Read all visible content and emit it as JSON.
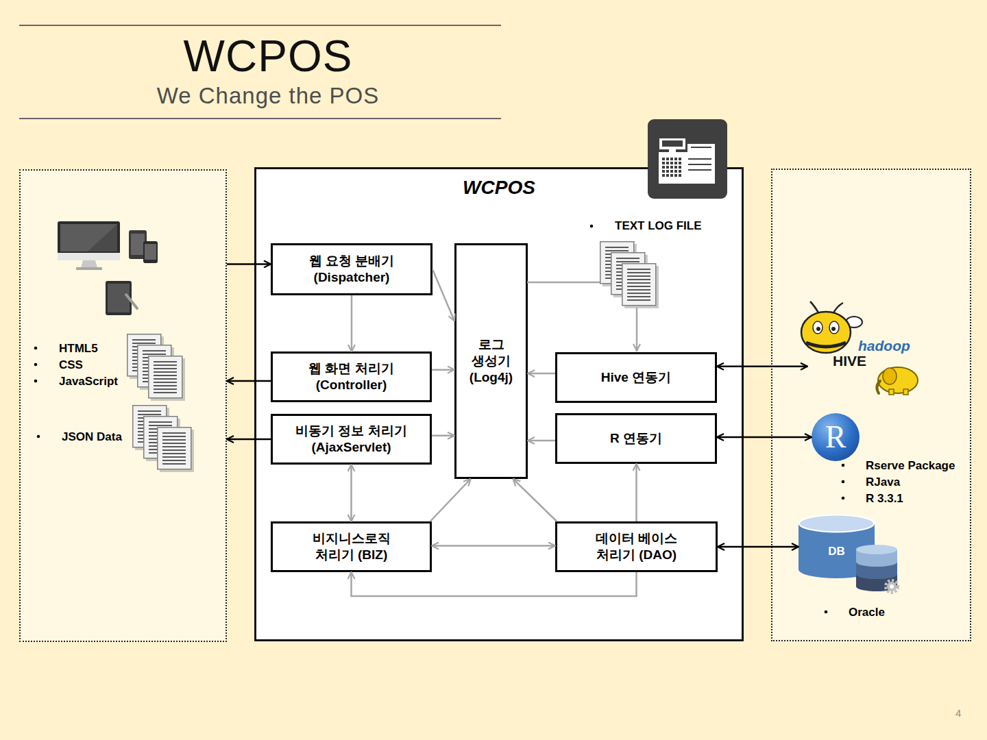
{
  "diagram": {
    "title": "WCPOS",
    "nodes": [
      {
        "text": [
          "HTML5",
          "CSS",
          "JavaScript",
          "JSON Data"
        ]
      },
      {
        "text": [
          "WCPOS"
        ]
      },
      {
        "text": [
          "웹 요청 분배기 (Dispatcher)"
        ],
        "in": 1
      },
      {
        "text": [
          "로그 생성기 (Log4j)"
        ],
        "in": 1
      },
      {
        "text": [
          "웹 화면 처리기 (Controller)"
        ],
        "in": 1
      },
      {
        "text": [
          "Hive 연동기"
        ],
        "in": 1
      },
      {
        "text": [
          "비동기 정보 처리기 (AjaxServlet)"
        ],
        "in": 1
      },
      {
        "text": [
          "R 연동기"
        ],
        "in": 1
      },
      {
        "text": [
          "비지니스로직 처리기 (BIZ)"
        ],
        "in": 1
      },
      {
        "text": [
          "데이터 베이스 처리기 (DAO)"
        ],
        "in": 1
      },
      {
        "text": [
          "Rserve Package",
          "RJava",
          "R 3.3.1",
          "Oracle"
        ]
      },
      {
        "text": [
          "hadoop",
          "HIVE"
        ],
        "in": 10
      },
      {
        "text": [
          "R"
        ],
        "in": 10
      },
      {
        "text": [
          "DB"
        ],
        "in": 10
      }
    ],
    "edges": [
      {
        "from": 0,
        "to": 2,
        "arrow": "to"
      },
      {
        "from": 4,
        "to": 0,
        "arrow": "to"
      },
      {
        "from": 6,
        "to": 0,
        "arrow": "to"
      },
      {
        "from": 2,
        "to": 4,
        "arrow": "to"
      },
      {
        "from": 2,
        "to": 3,
        "arrow": "to"
      },
      {
        "from": 4,
        "to": 3,
        "arrow": "to"
      },
      {
        "from": 6,
        "to": 3,
        "arrow": "to"
      },
      {
        "from": 5,
        "to": 3,
        "arrow": "to"
      },
      {
        "from": 7,
        "to": 3,
        "arrow": "to"
      },
      {
        "from": 8,
        "to": 3,
        "arrow": "to"
      },
      {
        "from": 9,
        "to": 3,
        "arrow": "to"
      },
      {
        "from": 6,
        "to": 8,
        "arrow": "both"
      },
      {
        "from": 8,
        "to": 9,
        "arrow": "both"
      },
      {
        "from": 9,
        "to": 8,
        "arrow": "to"
      },
      {
        "from": 9,
        "to": 7,
        "arrow": "to"
      },
      {
        "from": 5,
        "to": 11,
        "arrow": "both"
      },
      {
        "from": 7,
        "to": 12,
        "arrow": "both"
      },
      {
        "from": 9,
        "to": 13,
        "arrow": "both"
      }
    ],
    "labels": [
      "We Change the POS",
      "TEXT LOG FILE",
      "4"
    ]
  }
}
